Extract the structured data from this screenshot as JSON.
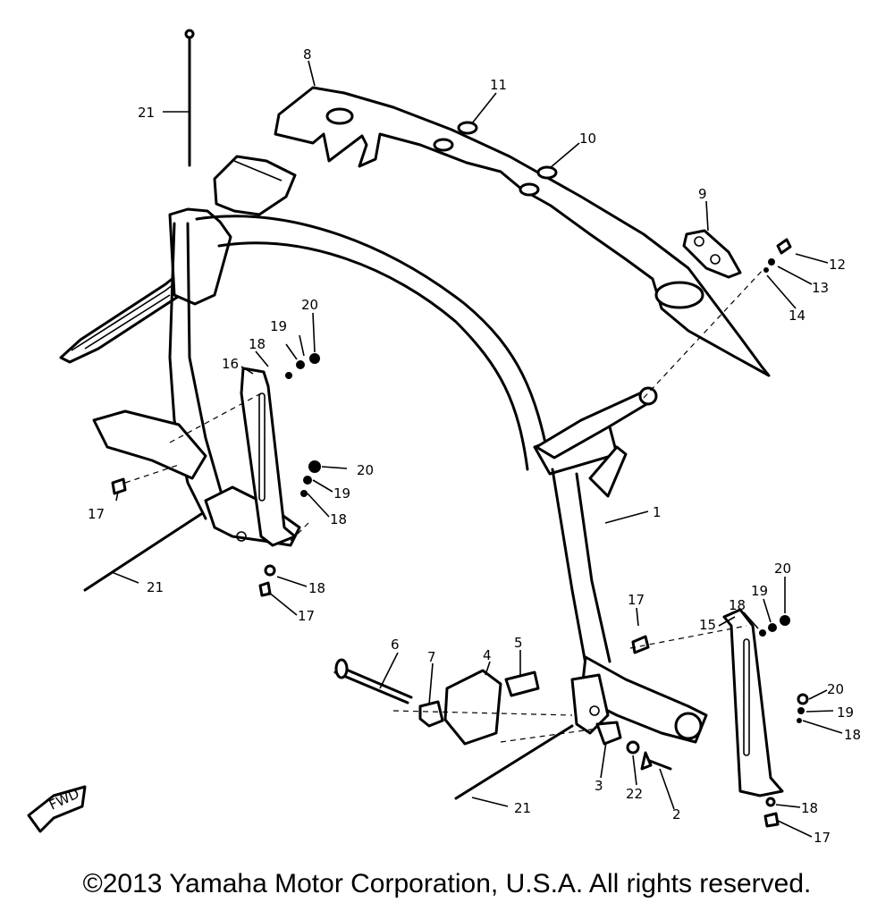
{
  "diagram": {
    "callouts": [
      {
        "id": "c1",
        "label": "1"
      },
      {
        "id": "c2",
        "label": "2"
      },
      {
        "id": "c3",
        "label": "3"
      },
      {
        "id": "c4",
        "label": "4"
      },
      {
        "id": "c5",
        "label": "5"
      },
      {
        "id": "c6",
        "label": "6"
      },
      {
        "id": "c7",
        "label": "7"
      },
      {
        "id": "c8",
        "label": "8"
      },
      {
        "id": "c9",
        "label": "9"
      },
      {
        "id": "c10",
        "label": "10"
      },
      {
        "id": "c11",
        "label": "11"
      },
      {
        "id": "c12",
        "label": "12"
      },
      {
        "id": "c13",
        "label": "13"
      },
      {
        "id": "c14",
        "label": "14"
      },
      {
        "id": "c15",
        "label": "15"
      },
      {
        "id": "c16",
        "label": "16"
      },
      {
        "id": "c17a",
        "label": "17"
      },
      {
        "id": "c17b",
        "label": "17"
      },
      {
        "id": "c17c",
        "label": "17"
      },
      {
        "id": "c17d",
        "label": "17"
      },
      {
        "id": "c18a",
        "label": "18"
      },
      {
        "id": "c18b",
        "label": "18"
      },
      {
        "id": "c18c",
        "label": "18"
      },
      {
        "id": "c18d",
        "label": "18"
      },
      {
        "id": "c18e",
        "label": "18"
      },
      {
        "id": "c18f",
        "label": "18"
      },
      {
        "id": "c19a",
        "label": "19"
      },
      {
        "id": "c19b",
        "label": "19"
      },
      {
        "id": "c19c",
        "label": "19"
      },
      {
        "id": "c19d",
        "label": "19"
      },
      {
        "id": "c20a",
        "label": "20"
      },
      {
        "id": "c20b",
        "label": "20"
      },
      {
        "id": "c20c",
        "label": "20"
      },
      {
        "id": "c20d",
        "label": "20"
      },
      {
        "id": "c21a",
        "label": "21"
      },
      {
        "id": "c21b",
        "label": "21"
      },
      {
        "id": "c21c",
        "label": "21"
      },
      {
        "id": "c22",
        "label": "22"
      }
    ],
    "front_marker": "FWD"
  },
  "footer": {
    "copyright": "©2013 Yamaha Motor Corporation, U.S.A. All rights reserved."
  }
}
